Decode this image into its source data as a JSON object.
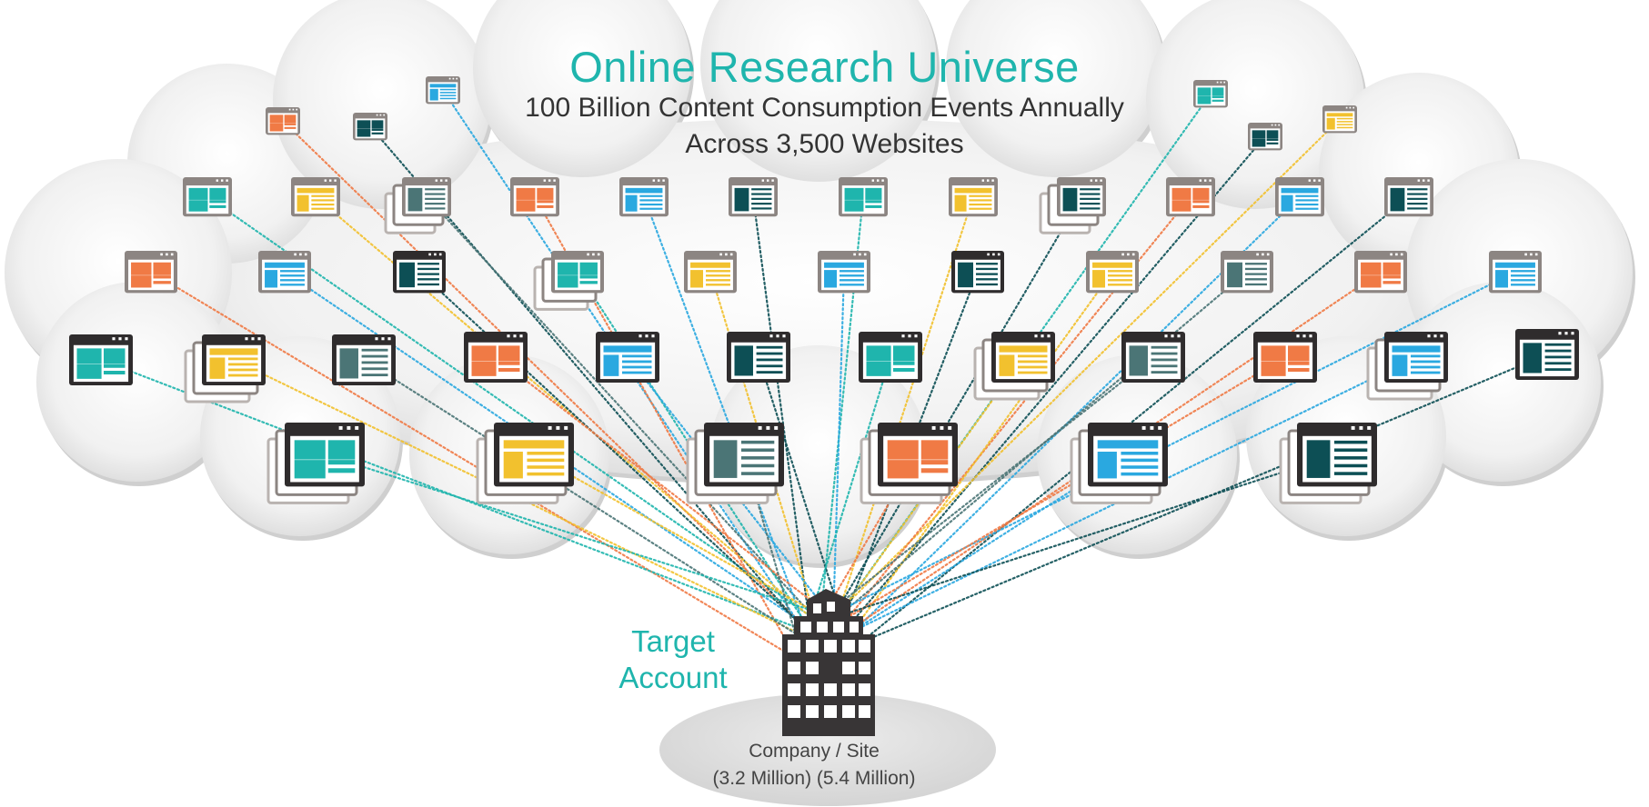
{
  "header": {
    "title": "Online Research Universe",
    "subtitle_line1": "100 Billion Content Consumption Events Annually",
    "subtitle_line2": "Across 3,500 Websites"
  },
  "target": {
    "line1": "Target",
    "line2": "Account"
  },
  "company": {
    "line1": "Company / Site",
    "line2": "(3.2 Million) (5.4 Million)"
  },
  "icons": {
    "cloud": "cloud-shape",
    "building": "office-building-icon",
    "website": "browser-window-icon"
  },
  "colors": {
    "teal": "#1fb5ad",
    "orange": "#f07a45",
    "yellow": "#f2c12e",
    "blue": "#2aa8e0",
    "dark_teal": "#0d4f55",
    "slate": "#4b7576",
    "cloud": "#f0f0f0",
    "building": "#383536"
  }
}
